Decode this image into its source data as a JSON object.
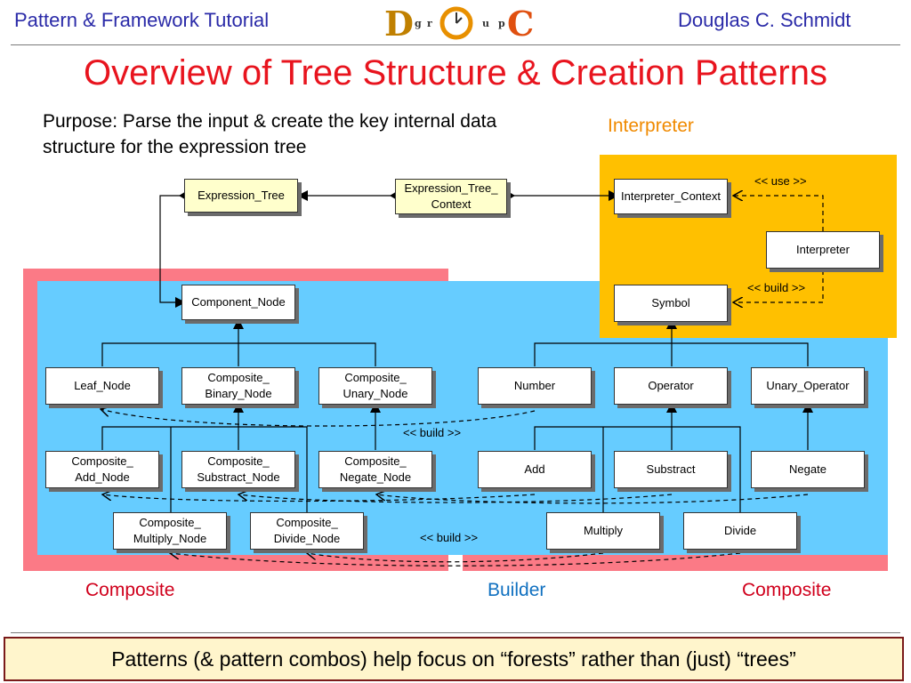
{
  "header": {
    "left": "Pattern & Framework Tutorial",
    "right": "Douglas C. Schmidt",
    "logo": {
      "letters": [
        "D",
        "g",
        "r",
        "O",
        "u",
        "p",
        "C"
      ]
    }
  },
  "title": "Overview of Tree Structure & Creation Patterns",
  "purpose": "Purpose: Parse the input & create the key internal data structure for the expression tree",
  "labels": {
    "interpreter": "Interpreter",
    "composite_left": "Composite",
    "builder": "Builder",
    "composite_right": "Composite",
    "use": "<< use >>",
    "build_top": "<< build >>",
    "build_mid": "<< build >>",
    "build_bottom": "<< build >>"
  },
  "boxes": {
    "expression_tree": "Expression_Tree",
    "expression_tree_context": "Expression_Tree_\nContext",
    "interpreter_context": "Interpreter_Context",
    "interpreter": "Interpreter",
    "component_node": "Component_Node",
    "symbol": "Symbol",
    "leaf_node": "Leaf_Node",
    "composite_binary_node": "Composite_\nBinary_Node",
    "composite_unary_node": "Composite_\nUnary_Node",
    "number": "Number",
    "operator": "Operator",
    "unary_operator": "Unary_Operator",
    "composite_add_node": "Composite_\nAdd_Node",
    "composite_substract_node": "Composite_\nSubstract_Node",
    "composite_negate_node": "Composite_\nNegate_Node",
    "add": "Add",
    "substract": "Substract",
    "negate": "Negate",
    "composite_multiply_node": "Composite_\nMultiply_Node",
    "composite_divide_node": "Composite_\nDivide_Node",
    "multiply": "Multiply",
    "divide": "Divide"
  },
  "footer": "Patterns (& pattern combos) help focus on “forests” rather than (just) “trees”",
  "colors": {
    "header_text": "#2a2aa8",
    "title": "#e8141e",
    "composite_region": "#fb7a86",
    "builder_region": "#66ccff",
    "interpreter_region": "#ffc000",
    "interpreter_label": "#f08a00",
    "composite_label": "#d0001c",
    "builder_label": "#1070c0"
  }
}
